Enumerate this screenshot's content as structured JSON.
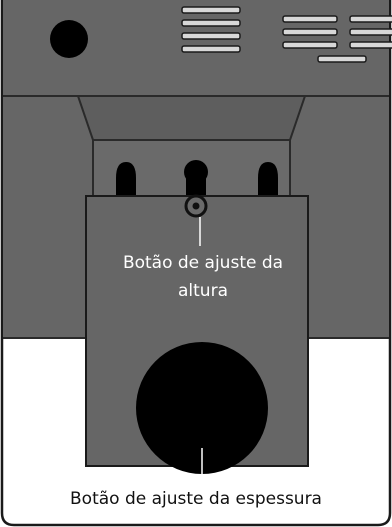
{
  "colors": {
    "housing": "#666666",
    "housing_shadow": "#5a5a5a",
    "outline": "#1a1a1a",
    "vent_slot": "#d8d8d8",
    "knob": "#000000",
    "background": "#ffffff",
    "label_on_dark": "#ffffff",
    "label_on_light": "#111111"
  },
  "icons": {
    "height_knob": "small-ring-knob",
    "thickness_knob": "large-round-knob",
    "indicator": "solid-dot"
  },
  "labels": {
    "height_knob_line1": "Botão de ajuste da",
    "height_knob_line2": "altura",
    "thickness_knob": "Botão de ajuste da espessura"
  }
}
